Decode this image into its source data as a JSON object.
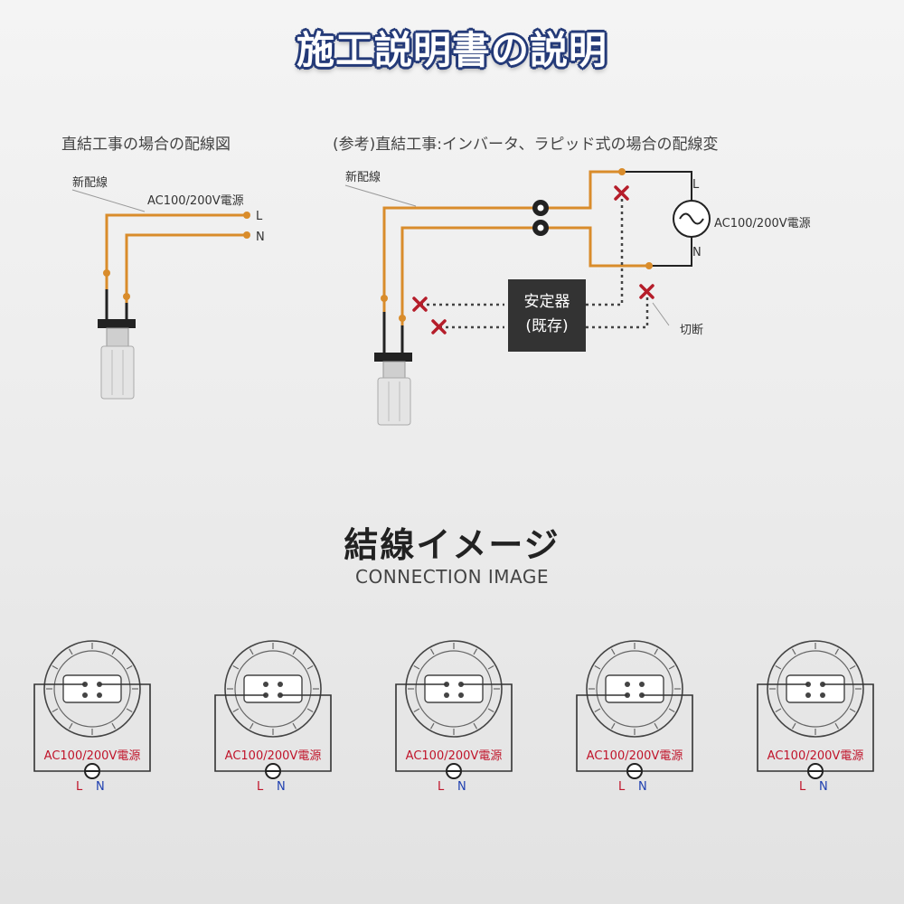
{
  "title": "施工説明書の説明",
  "left_diagram": {
    "caption": "直結工事の場合の配線図",
    "new_wiring": "新配線",
    "power": "AC100/200V電源",
    "terminal_l": "L",
    "terminal_n": "N"
  },
  "right_diagram": {
    "caption": "(参考)直結工事:インバータ、ラピッド式の場合の配線変",
    "new_wiring": "新配線",
    "power": "AC100/200V電源",
    "terminal_l": "L",
    "terminal_n": "N",
    "ballast_line1": "安定器",
    "ballast_line2": "(既存)",
    "cut": "切断"
  },
  "connection": {
    "title": "結線イメージ",
    "subtitle": "CONNECTION IMAGE"
  },
  "lamps": [
    {
      "power": "AC100/200V電源",
      "l": "L",
      "n": "N"
    },
    {
      "power": "AC100/200V電源",
      "l": "L",
      "n": "N"
    },
    {
      "power": "AC100/200V電源",
      "l": "L",
      "n": "N"
    },
    {
      "power": "AC100/200V電源",
      "l": "L",
      "n": "N"
    },
    {
      "power": "AC100/200V電源",
      "l": "L",
      "n": "N"
    }
  ],
  "colors": {
    "wire_orange": "#d98c2b",
    "cut_red": "#b51d2a",
    "title_blue": "#243a78",
    "l_red": "#c0142a",
    "n_blue": "#1e3fb0"
  }
}
